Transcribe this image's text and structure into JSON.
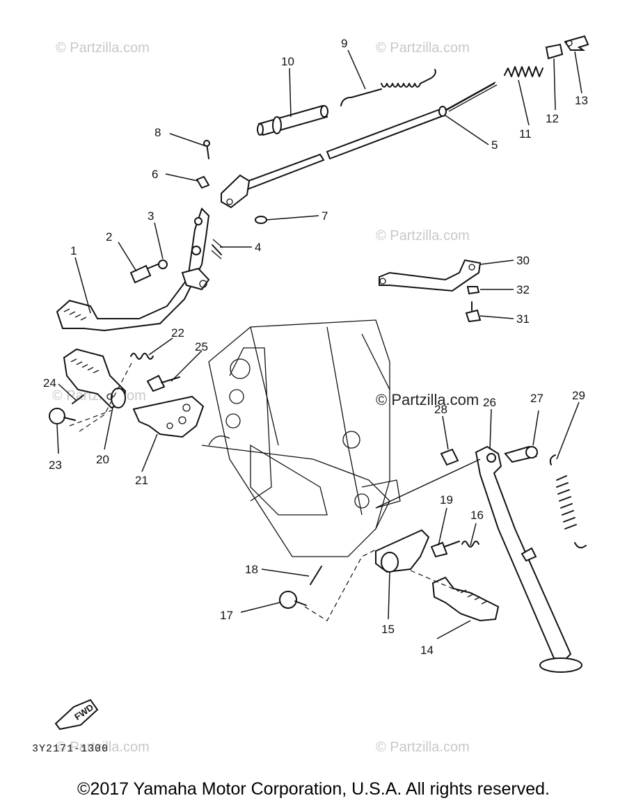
{
  "watermarks": [
    "© Partzilla.com",
    "© Partzilla.com",
    "© Partzilla.com",
    "© Partzilla.com",
    "© Partzilla.com",
    "© Partzilla.com"
  ],
  "center_watermark": "© Partzilla.com",
  "diagram_code": "3Y2171-1300",
  "fwd_label": "FWD",
  "copyright": "©2017  Yamaha Motor Corporation, U.S.A. All rights reserved.",
  "callouts": [
    "1",
    "2",
    "3",
    "4",
    "5",
    "6",
    "7",
    "8",
    "9",
    "10",
    "11",
    "12",
    "13",
    "14",
    "15",
    "16",
    "17",
    "18",
    "19",
    "20",
    "21",
    "22",
    "23",
    "24",
    "25",
    "26",
    "27",
    "28",
    "29",
    "30",
    "31",
    "32"
  ]
}
